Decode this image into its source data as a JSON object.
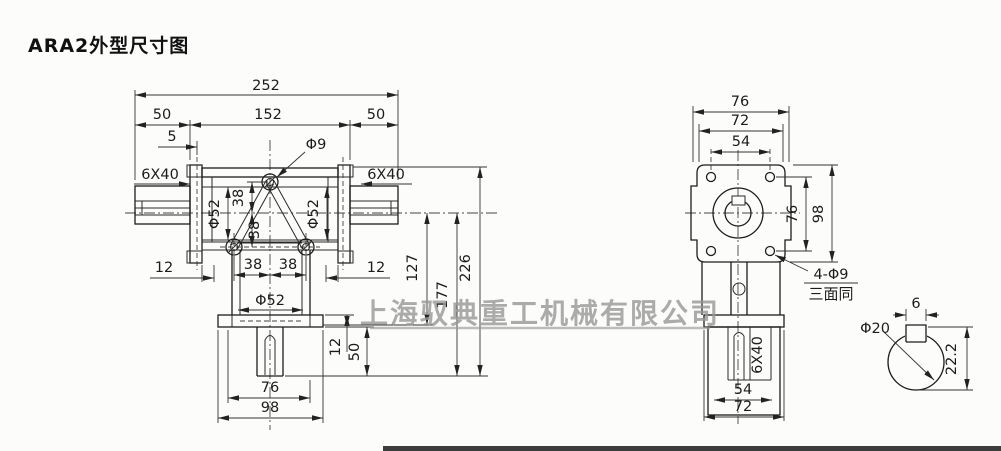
{
  "title": "ARA2外型尺寸图",
  "watermark": "上海驭典重工机械有限公司",
  "front_view": {
    "width_total": "252",
    "width_left_shaft": "50",
    "width_body": "152",
    "width_right_shaft": "50",
    "flange_offset": "5",
    "top_hole": "Φ9",
    "key_left": "6X40",
    "key_right": "6X40",
    "boss_left": "Φ52",
    "boss_right": "Φ52",
    "hole_span_upper": "38",
    "hole_span_lower": "38",
    "hole_span_h_left": "38",
    "hole_span_h_right": "38",
    "edge_left": "12",
    "edge_right": "12",
    "boss_bottom": "Φ52",
    "plate_thickness": "12",
    "bottom_shaft_length": "50",
    "base_inner_width": "76",
    "base_width": "98",
    "center_to_base": "127",
    "center_to_shaft_end": "177",
    "height_total": "226"
  },
  "side_view": {
    "width_top": "76",
    "width_mid": "72",
    "hole_span_h": "54",
    "hole_span_v": "76",
    "height": "98",
    "holes_note": "4-Φ9",
    "faces_note": "三面同",
    "key_bottom": "6X40",
    "base_inner": "54",
    "base_width": "72"
  },
  "shaft_detail": {
    "key_width": "6",
    "diameter": "Φ20",
    "height_over_key": "22.2"
  }
}
